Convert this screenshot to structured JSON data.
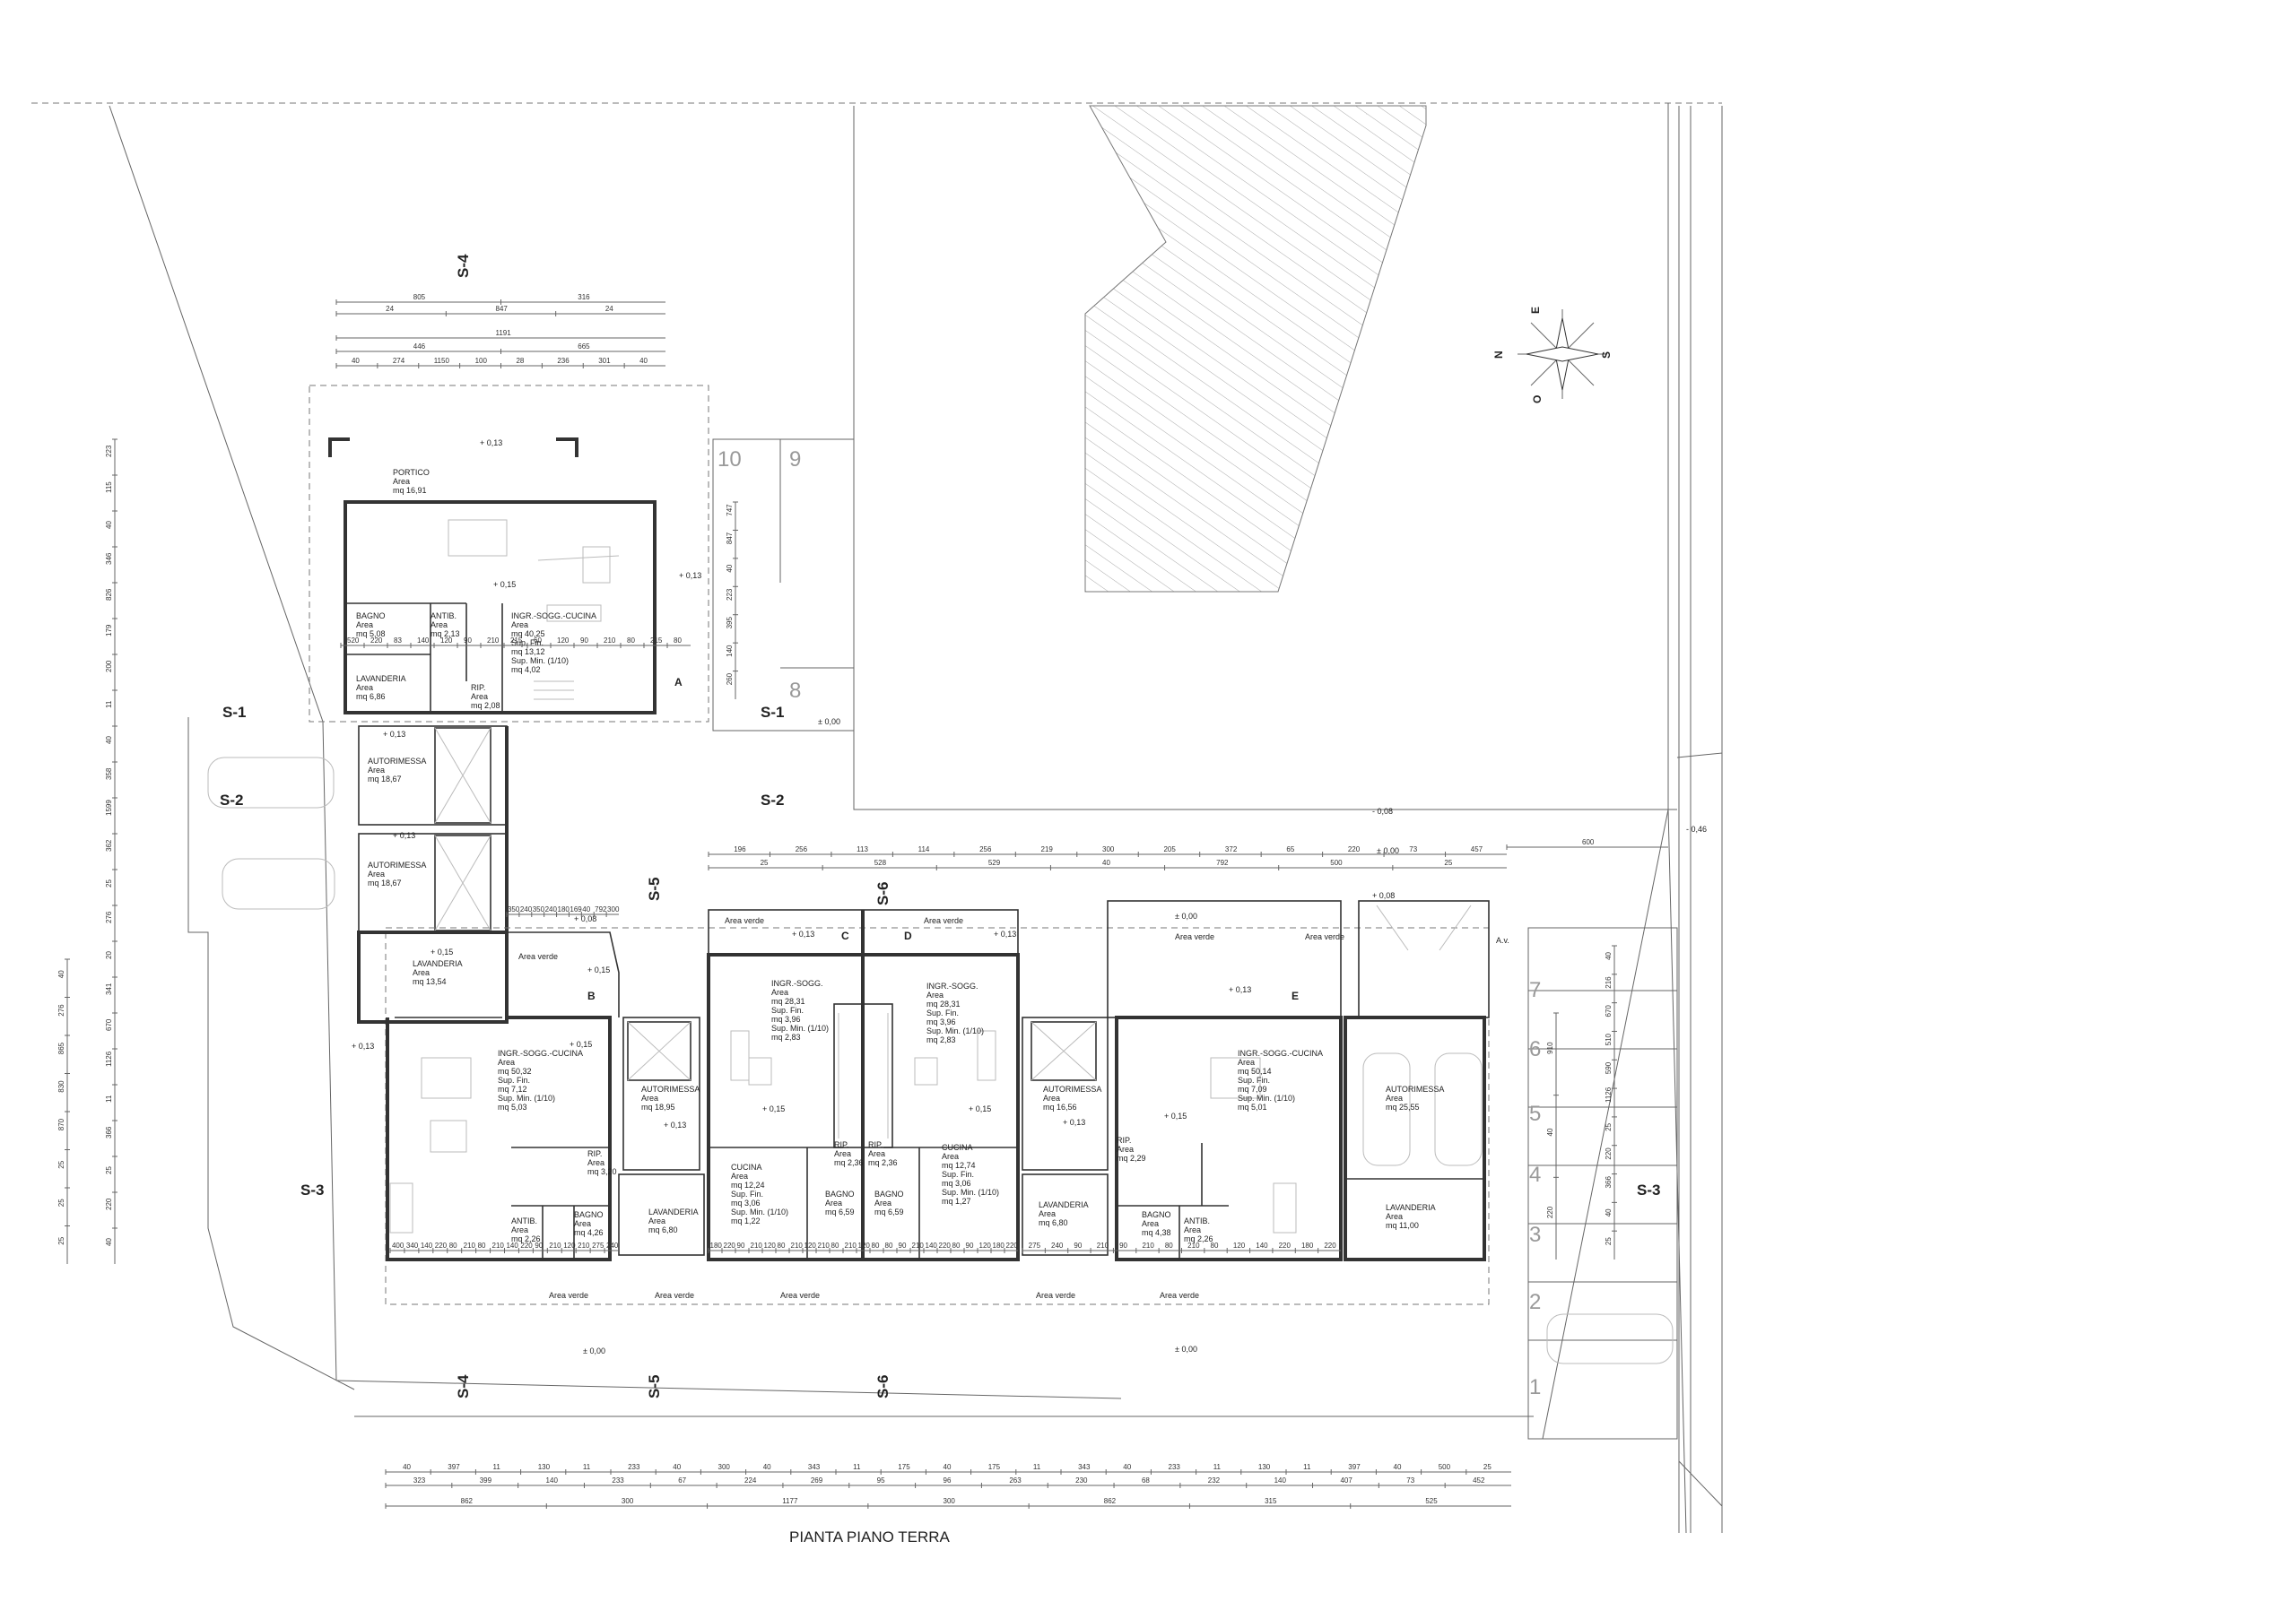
{
  "drawing": {
    "title": "PIANTA PIANO TERRA"
  },
  "compass": {
    "n": "N",
    "e": "E",
    "s": "S",
    "o": "O"
  },
  "units": [
    "A",
    "B",
    "C",
    "D",
    "E"
  ],
  "sections": {
    "s1": "S-1",
    "s2": "S-2",
    "s3": "S-3",
    "s4": "S-4",
    "s5": "S-5",
    "s6": "S-6"
  },
  "parking": [
    "1",
    "2",
    "3",
    "4",
    "5",
    "6",
    "7",
    "8",
    "9",
    "10"
  ],
  "rooms": {
    "a_portico": [
      "PORTICO",
      "Area",
      "mq 16,91"
    ],
    "a_living": [
      "INGR.-SOGG.-CUCINA",
      "Area",
      "mq 40,25",
      "Sup. Fin.",
      "mq 13,12",
      "Sup. Min. (1/10)",
      "mq 4,02"
    ],
    "a_bagno": [
      "BAGNO",
      "Area",
      "mq 5,08"
    ],
    "a_antib": [
      "ANTIB.",
      "Area",
      "mq 2,13"
    ],
    "a_lav": [
      "LAVANDERIA",
      "Area",
      "mq 6,86"
    ],
    "a_rip": [
      "RIP.",
      "Area",
      "mq 2,08"
    ],
    "a_auto1": [
      "AUTORIMESSA",
      "Area",
      "mq 18,67"
    ],
    "a_auto2": [
      "AUTORIMESSA",
      "Area",
      "mq 18,67"
    ],
    "b_lav": [
      "LAVANDERIA",
      "Area",
      "mq 13,54"
    ],
    "b_living": [
      "INGR.-SOGG.-CUCINA",
      "Area",
      "mq 50,32",
      "Sup. Fin.",
      "mq 7,12",
      "Sup. Min. (1/10)",
      "mq 5,03"
    ],
    "b_rip": [
      "RIP.",
      "Area",
      "mq 3,20"
    ],
    "b_antib": [
      "ANTIB.",
      "Area",
      "mq 2,26"
    ],
    "b_bagno": [
      "BAGNO",
      "Area",
      "mq 4,26"
    ],
    "b_auto": [
      "AUTORIMESSA",
      "Area",
      "mq 18,95"
    ],
    "b_lav2": [
      "LAVANDERIA",
      "Area",
      "mq 6,80"
    ],
    "c_living": [
      "INGR.-SOGG.",
      "Area",
      "mq 28,31",
      "Sup. Fin.",
      "mq 3,96",
      "Sup. Min. (1/10)",
      "mq 2,83"
    ],
    "c_cucina": [
      "CUCINA",
      "Area",
      "mq 12,24",
      "Sup. Fin.",
      "mq 3,06",
      "Sup. Min. (1/10)",
      "mq 1,22"
    ],
    "c_bagno": [
      "BAGNO",
      "Area",
      "mq 6,59"
    ],
    "c_rip": [
      "RIP.",
      "Area",
      "mq 2,36"
    ],
    "d_living": [
      "INGR.-SOGG.",
      "Area",
      "mq 28,31",
      "Sup. Fin.",
      "mq 3,96",
      "Sup. Min. (1/10)",
      "mq 2,83"
    ],
    "d_cucina": [
      "CUCINA",
      "Area",
      "mq 12,74",
      "Sup. Fin.",
      "mq 3,06",
      "Sup. Min. (1/10)",
      "mq 1,27"
    ],
    "d_bagno": [
      "BAGNO",
      "Area",
      "mq 6,59"
    ],
    "d_rip": [
      "RIP.",
      "Area",
      "mq 2,36"
    ],
    "d_auto": [
      "AUTORIMESSA",
      "Area",
      "mq 16,56"
    ],
    "d_lav": [
      "LAVANDERIA",
      "Area",
      "mq 6,80"
    ],
    "e_living": [
      "INGR.-SOGG.-CUCINA",
      "Area",
      "mq 50,14",
      "Sup. Fin.",
      "mq 7,09",
      "Sup. Min. (1/10)",
      "mq 5,01"
    ],
    "e_rip": [
      "RIP.",
      "Area",
      "mq 2,29"
    ],
    "e_bagno": [
      "BAGNO",
      "Area",
      "mq 4,38"
    ],
    "e_antib": [
      "ANTIB.",
      "Area",
      "mq 2,26"
    ],
    "e_auto": [
      "AUTORIMESSA",
      "Area",
      "mq 25,55"
    ],
    "e_lav": [
      "LAVANDERIA",
      "Area",
      "mq 11,00"
    ]
  },
  "areas": {
    "verde": "Area verde",
    "av": "A.v."
  },
  "levels": {
    "p013": "+ 0,13",
    "p015": "+ 0,15",
    "p008": "+ 0,08",
    "p000": "± 0,00",
    "m046": "- 0,46",
    "m008": "- 0,08"
  },
  "dims_top_a": {
    "r1": [
      "805",
      "316"
    ],
    "r2": [
      "24",
      "847",
      "24"
    ],
    "r3": [
      "1191"
    ],
    "r4": [
      "446",
      "665"
    ],
    "r5": [
      "40",
      "274",
      "1150",
      "100",
      "28",
      "236",
      "301",
      "40"
    ]
  },
  "dims_top_row": {
    "r1": [
      "196",
      "256",
      "113",
      "114",
      "256",
      "219",
      "300",
      "205",
      "372",
      "65",
      "220",
      "73",
      "457"
    ],
    "r2": [
      "25",
      "528",
      "529",
      "40",
      "792",
      "500",
      "25"
    ],
    "r3": [
      "600"
    ]
  },
  "dims_bottom": {
    "r1": [
      "40",
      "397",
      "11",
      "130",
      "11",
      "233",
      "40",
      "300",
      "40",
      "343",
      "11",
      "175",
      "40",
      "175",
      "11",
      "343",
      "40",
      "233",
      "11",
      "130",
      "11",
      "397",
      "40",
      "500",
      "25"
    ],
    "r2": [
      "323",
      "399",
      "140",
      "233",
      "67",
      "224",
      "269",
      "95",
      "96",
      "263",
      "230",
      "68",
      "232",
      "140",
      "407",
      "73",
      "452"
    ],
    "r3": [
      "862",
      "300",
      "1177",
      "300",
      "862",
      "315",
      "525"
    ]
  },
  "dims_left": {
    "r1": [
      "223",
      "115",
      "40",
      "346",
      "826",
      "179",
      "200",
      "11",
      "40",
      "358",
      "1599",
      "362",
      "25",
      "276",
      "20",
      "341",
      "670",
      "1126",
      "11",
      "366",
      "25",
      "220",
      "40"
    ],
    "r2": [
      "40",
      "276",
      "865",
      "830",
      "870",
      "25",
      "25",
      "25"
    ]
  },
  "dims_right": {
    "r1": [
      "40",
      "216",
      "670",
      "510",
      "590",
      "1126",
      "25",
      "220",
      "366",
      "40",
      "25"
    ],
    "r2": [
      "910",
      "40",
      "220"
    ]
  },
  "dims_misc": {
    "a_wall": [
      "520",
      "220",
      "83",
      "140",
      "120",
      "90",
      "210",
      "215",
      "60",
      "120",
      "90",
      "210",
      "80",
      "215",
      "80"
    ],
    "a_garage": [
      "350",
      "240",
      "350",
      "240",
      "180",
      "169",
      "40",
      "792",
      "300"
    ],
    "b": [
      "400",
      "340",
      "140",
      "220",
      "80",
      "210",
      "80",
      "210",
      "140",
      "220",
      "90",
      "210",
      "120",
      "210",
      "275",
      "240"
    ],
    "cd": [
      "180",
      "220",
      "90",
      "210",
      "120",
      "80",
      "210",
      "120",
      "210",
      "80",
      "210",
      "120",
      "80",
      "80",
      "90",
      "210",
      "140",
      "220",
      "80",
      "90",
      "120",
      "180",
      "220"
    ],
    "de": [
      "275",
      "240",
      "90",
      "210",
      "90",
      "210",
      "80",
      "210",
      "80",
      "120",
      "140",
      "220",
      "180",
      "220"
    ],
    "misc": [
      "747",
      "847",
      "40",
      "223",
      "395",
      "140",
      "260"
    ]
  },
  "chart_data": {
    "type": "floor-plan",
    "title": "PIANTA PIANO TERRA",
    "units": [
      "A",
      "B",
      "C",
      "D",
      "E"
    ],
    "room_areas_mq": {
      "A": {
        "PORTICO": 16.91,
        "INGR.-SOGG.-CUCINA": 40.25,
        "BAGNO": 5.08,
        "ANTIB.": 2.13,
        "LAVANDERIA": 6.86,
        "RIP.": 2.08,
        "AUTORIMESSA 1": 18.67,
        "AUTORIMESSA 2": 18.67
      },
      "B": {
        "LAVANDERIA": 13.54,
        "INGR.-SOGG.-CUCINA": 50.32,
        "RIP.": 3.2,
        "ANTIB.": 2.26,
        "BAGNO": 4.26,
        "AUTORIMESSA": 18.95,
        "LAVANDERIA 2": 6.8
      },
      "C": {
        "INGR.-SOGG.": 28.31,
        "CUCINA": 12.24,
        "BAGNO": 6.59,
        "RIP.": 2.36
      },
      "D": {
        "INGR.-SOGG.": 28.31,
        "CUCINA": 12.74,
        "BAGNO": 6.59,
        "RIP.": 2.36,
        "AUTORIMESSA": 16.56,
        "LAVANDERIA": 6.8
      },
      "E": {
        "INGR.-SOGG.-CUCINA": 50.14,
        "RIP.": 2.29,
        "BAGNO": 4.38,
        "ANTIB.": 2.26,
        "AUTORIMESSA": 25.55,
        "LAVANDERIA": 11.0
      }
    }
  }
}
